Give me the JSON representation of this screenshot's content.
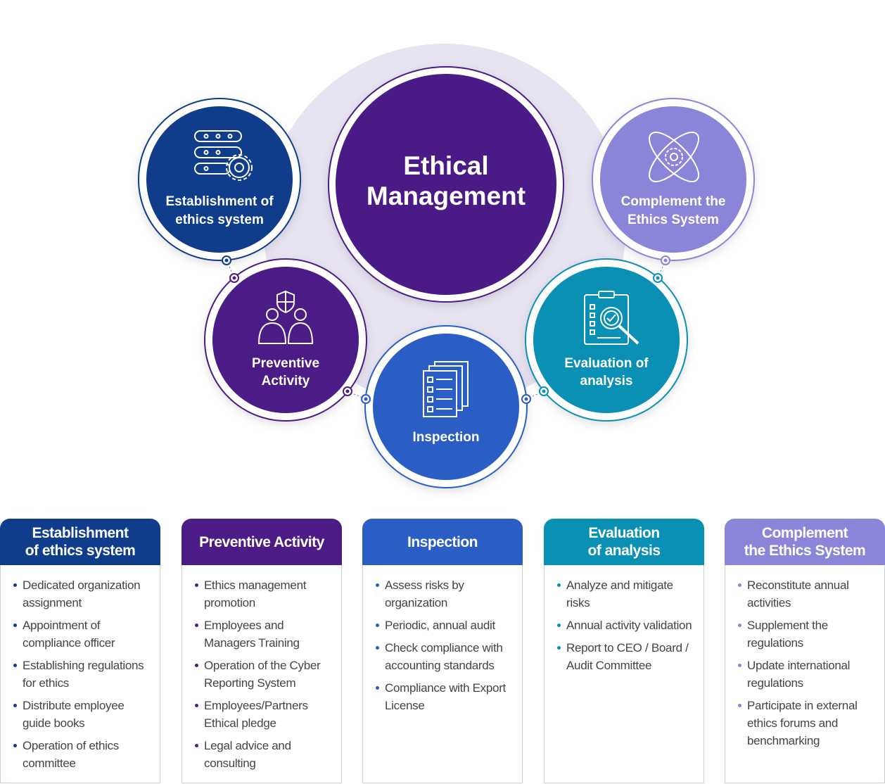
{
  "center": {
    "line1": "Ethical",
    "line2": "Management"
  },
  "circles": [
    {
      "id": "establishment",
      "line1": "Establishment of",
      "line2": "ethics system",
      "icon": "server-gear-icon",
      "color": "#0f3d8c"
    },
    {
      "id": "preventive",
      "line1": "Preventive",
      "line2": "Activity",
      "icon": "people-shield-icon",
      "color": "#4b1c85"
    },
    {
      "id": "inspection",
      "line1": "Inspection",
      "line2": "",
      "icon": "checklist-documents-icon",
      "color": "#2b5ec4"
    },
    {
      "id": "evaluation",
      "line1": "Evaluation of",
      "line2": "analysis",
      "icon": "clipboard-magnifier-icon",
      "color": "#0a8fb5"
    },
    {
      "id": "complement",
      "line1": "Complement the",
      "line2": "Ethics System",
      "icon": "orbit-gear-icon",
      "color": "#8b85d9"
    }
  ],
  "columns": [
    {
      "title1": "Establishment",
      "title2": "of ethics system",
      "color": "#0f3d8c",
      "items": [
        "Dedicated organization assignment",
        "Appointment of compliance officer",
        "Establishing regulations for ethics",
        "Distribute employee guide books",
        "Operation of ethics committee"
      ]
    },
    {
      "title1": "Preventive Activity",
      "title2": "",
      "color": "#4b1c85",
      "items": [
        "Ethics management promotion",
        "Employees and Managers Training",
        "Operation of the Cyber Reporting System",
        "Employees/Partners Ethical pledge",
        "Legal advice and consulting"
      ]
    },
    {
      "title1": "Inspection",
      "title2": "",
      "color": "#2b5ec4",
      "items": [
        "Assess risks by organization",
        "Periodic, annual audit",
        "Check compliance with accounting standards",
        "Compliance with Export License"
      ]
    },
    {
      "title1": "Evaluation",
      "title2": "of analysis",
      "color": "#0a8fb5",
      "items": [
        "Analyze and mitigate risks",
        "Annual activity validation",
        "Report to CEO / Board / Audit Committee"
      ]
    },
    {
      "title1": "Complement",
      "title2": "the Ethics System",
      "color": "#8b85d9",
      "items": [
        "Reconstitute annual activities",
        "Supplement the regulations",
        "Update international regulations",
        "Participate in external ethics forums and benchmarking"
      ]
    }
  ]
}
